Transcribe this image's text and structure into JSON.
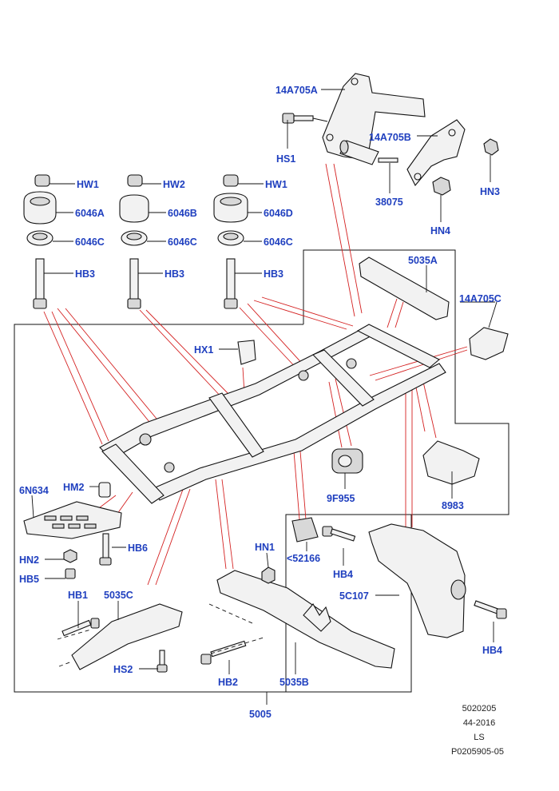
{
  "labels": {
    "a14A705A": "14A705A",
    "a14A705B": "14A705B",
    "a14A705C": "14A705C",
    "hs1": "HS1",
    "hn3": "HN3",
    "hn4": "HN4",
    "p38075": "38075",
    "hw1_left": "HW1",
    "hw2": "HW2",
    "hw1_right": "HW1",
    "p6046A": "6046A",
    "p6046B": "6046B",
    "p6046D": "6046D",
    "p6046C_1": "6046C",
    "p6046C_2": "6046C",
    "p6046C_3": "6046C",
    "hb3_1": "HB3",
    "hb3_2": "HB3",
    "hb3_3": "HB3",
    "p5035A": "5035A",
    "hx1": "HX1",
    "p6N634": "6N634",
    "hm2": "HM2",
    "hb6": "HB6",
    "hn2": "HN2",
    "hb5": "HB5",
    "hb1": "HB1",
    "p5035C": "5035C",
    "hs2": "HS2",
    "hn1": "HN1",
    "hb2": "HB2",
    "p5035B": "5035B",
    "p9F955": "9F955",
    "p8983": "8983",
    "p52166": "<52166",
    "hb4_1": "HB4",
    "hb4_2": "HB4",
    "p5C107": "5C107",
    "p5005": "5005"
  },
  "reference": {
    "code": "5020205",
    "date": "44-2016",
    "model": "LS",
    "drawing": "P0205905-05"
  },
  "colors": {
    "label": "#1f3fbf",
    "callout_line": "#d42020",
    "ink": "#111111"
  }
}
